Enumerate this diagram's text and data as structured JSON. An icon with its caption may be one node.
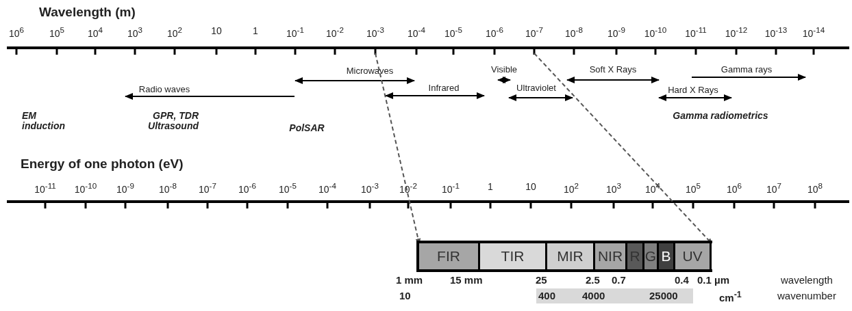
{
  "diagram": {
    "nodes": [
      {
        "text": [],
        "shape": "bar"
      },
      {
        "text": [
          "FIR"
        ],
        "in": 0
      },
      {
        "text": [
          "TIR"
        ],
        "in": 0
      },
      {
        "text": [
          "MIR"
        ],
        "in": 0
      },
      {
        "text": [
          "NIR"
        ],
        "in": 0
      },
      {
        "text": [
          "R"
        ],
        "in": 0
      },
      {
        "text": [
          "G"
        ],
        "in": 0
      },
      {
        "text": [
          "B"
        ],
        "in": 0
      },
      {
        "text": [
          "UV"
        ],
        "in": 0
      }
    ],
    "edges": [
      {
        "from": null,
        "to": 1,
        "arrow": "to",
        "style": "dashed"
      },
      {
        "from": null,
        "to": 8,
        "arrow": "to",
        "style": "dashed"
      }
    ],
    "labels": [
      "Wavelength (m)",
      "10$^{6}$",
      "10$^{5}$",
      "10$^{4}$",
      "10$^{3}$",
      "10$^{2}$",
      "10",
      "1",
      "10$^{-1}$",
      "10$^{-2}$",
      "10$^{-3}$",
      "10$^{-4}$",
      "10$^{-5}$",
      "10$^{-6}$",
      "10$^{-7}$",
      "10$^{-8}$",
      "10$^{-9}$",
      "10$^{-10}$",
      "10$^{-11}$",
      "10$^{-12}$",
      "10$^{-13}$",
      "10$^{-14}$",
      "Microwaves",
      "Visible",
      "Soft X Rays",
      "Gamma rays",
      "Radio waves",
      "Infrared",
      "Ultraviolet",
      "Hard X Rays",
      "EM induction",
      "GPR, TDR Ultrasound",
      "PolSAR",
      "Gamma radiometrics",
      "Energy of one photon (eV)",
      "10$^{-11}$",
      "10$^{-10}$",
      "10$^{-9}$",
      "10$^{-8}$",
      "10$^{-7}$",
      "10$^{-6}$",
      "10$^{-5}$",
      "10$^{-4}$",
      "10$^{-3}$",
      "10$^{-2}$",
      "10$^{-1}$",
      "1",
      "10",
      "10$^{2}$",
      "10$^{3}$",
      "10$^{4}$",
      "10$^{5}$",
      "10$^{6}$",
      "10$^{7}$",
      "10$^{8}$",
      "1 mm",
      "15 mm",
      "25",
      "2.5",
      "0.7",
      "0.4",
      "0.1 µm",
      "wavelength",
      "10",
      "400",
      "4000",
      "25000",
      "cm$^{-1}$",
      "wavenumber"
    ]
  }
}
